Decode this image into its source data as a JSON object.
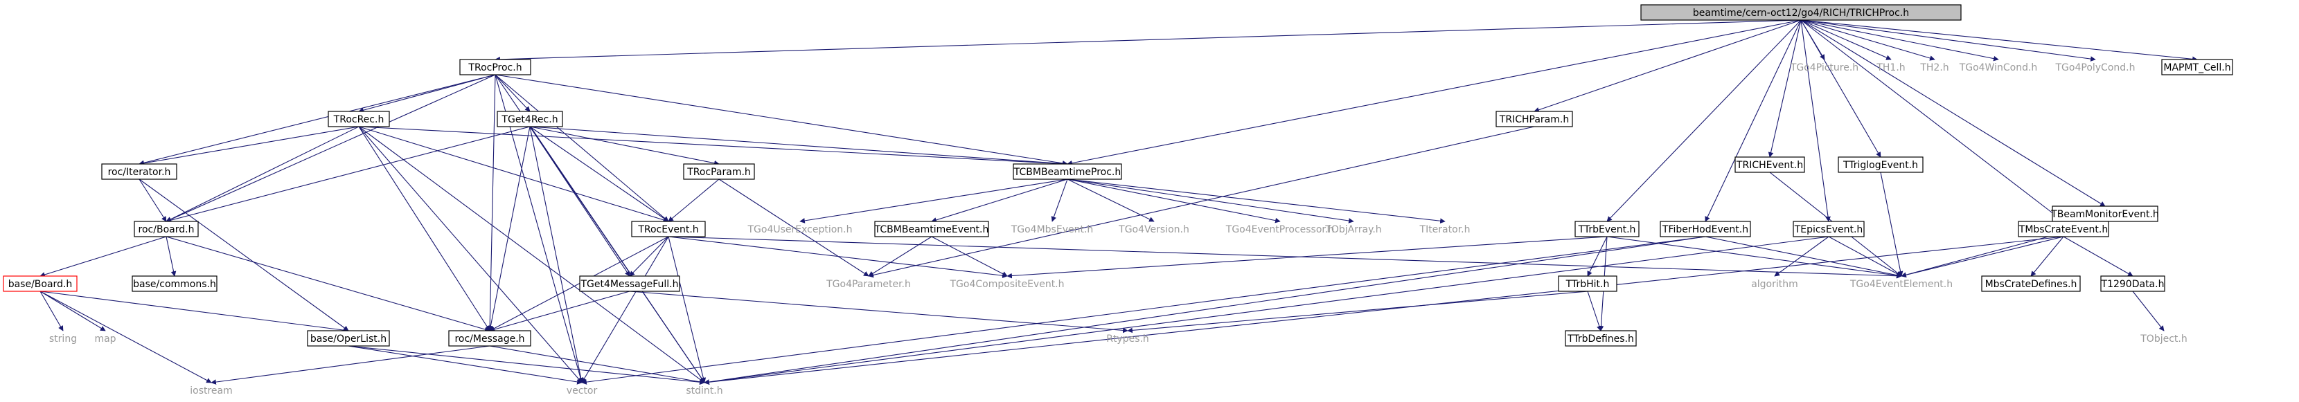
{
  "graph": {
    "colors": {
      "edge": "#191970",
      "root_fill": "#bfbfbf",
      "missing_border": "#ff0000",
      "external_text": "#9a9a9a"
    },
    "nodes": [
      {
        "id": "root",
        "label": "beamtime/cern-oct12/go4/RICH/TRICHProc.h",
        "style": "root"
      },
      {
        "id": "trocproc",
        "label": "TRocProc.h",
        "style": "box"
      },
      {
        "id": "trocrec",
        "label": "TRocRec.h",
        "style": "box"
      },
      {
        "id": "tget4rec",
        "label": "TGet4Rec.h",
        "style": "box"
      },
      {
        "id": "rociterator",
        "label": "roc/Iterator.h",
        "style": "box"
      },
      {
        "id": "rocboard",
        "label": "roc/Board.h",
        "style": "box"
      },
      {
        "id": "baseboard",
        "label": "base/Board.h",
        "style": "red"
      },
      {
        "id": "basecommons",
        "label": "base/commons.h",
        "style": "box"
      },
      {
        "id": "baseoperlist",
        "label": "base/OperList.h",
        "style": "box"
      },
      {
        "id": "rocmessage",
        "label": "roc/Message.h",
        "style": "box"
      },
      {
        "id": "trocparam",
        "label": "TRocParam.h",
        "style": "box"
      },
      {
        "id": "trocevent",
        "label": "TRocEvent.h",
        "style": "box"
      },
      {
        "id": "tget4msgfull",
        "label": "TGet4MessageFull.h",
        "style": "box"
      },
      {
        "id": "tcbmproc",
        "label": "TCBMBeamtimeProc.h",
        "style": "box"
      },
      {
        "id": "tcbmevent",
        "label": "TCBMBeamtimeEvent.h",
        "style": "box"
      },
      {
        "id": "trichparam",
        "label": "TRICHParam.h",
        "style": "box"
      },
      {
        "id": "ttrbevent",
        "label": "TTrbEvent.h",
        "style": "box"
      },
      {
        "id": "ttrbhit",
        "label": "TTrbHit.h",
        "style": "box"
      },
      {
        "id": "ttrbdefines",
        "label": "TTrbDefines.h",
        "style": "box"
      },
      {
        "id": "tfiberhod",
        "label": "TFiberHodEvent.h",
        "style": "box"
      },
      {
        "id": "trichevent",
        "label": "TRICHEvent.h",
        "style": "box"
      },
      {
        "id": "tepicsevent",
        "label": "TEpicsEvent.h",
        "style": "box"
      },
      {
        "id": "ttriglog",
        "label": "TTriglogEvent.h",
        "style": "box"
      },
      {
        "id": "tbeammon",
        "label": "TBeamMonitorEvent.h",
        "style": "box"
      },
      {
        "id": "tmbscrate",
        "label": "TMbsCrateEvent.h",
        "style": "box"
      },
      {
        "id": "mbscratedef",
        "label": "MbsCrateDefines.h",
        "style": "box"
      },
      {
        "id": "t1290",
        "label": "T1290Data.h",
        "style": "box"
      },
      {
        "id": "mapmt",
        "label": "MAPMT_Cell.h",
        "style": "box"
      },
      {
        "id": "string",
        "label": "string",
        "style": "ext"
      },
      {
        "id": "map",
        "label": "map",
        "style": "ext"
      },
      {
        "id": "iostream",
        "label": "iostream",
        "style": "ext"
      },
      {
        "id": "vector",
        "label": "vector",
        "style": "ext"
      },
      {
        "id": "stdint",
        "label": "stdint.h",
        "style": "ext"
      },
      {
        "id": "tgo4param",
        "label": "TGo4Parameter.h",
        "style": "ext"
      },
      {
        "id": "tgo4composite",
        "label": "TGo4CompositeEvent.h",
        "style": "ext"
      },
      {
        "id": "rtypes",
        "label": "Rtypes.h",
        "style": "ext"
      },
      {
        "id": "tgo4userexc",
        "label": "TGo4UserException.h",
        "style": "ext"
      },
      {
        "id": "tgo4mbs",
        "label": "TGo4MbsEvent.h",
        "style": "ext"
      },
      {
        "id": "tgo4version",
        "label": "TGo4Version.h",
        "style": "ext"
      },
      {
        "id": "tgo4evproc",
        "label": "TGo4EventProcessor.h",
        "style": "ext"
      },
      {
        "id": "tobjarray",
        "label": "TObjArray.h",
        "style": "ext"
      },
      {
        "id": "titerator",
        "label": "TIterator.h",
        "style": "ext"
      },
      {
        "id": "algorithm",
        "label": "algorithm",
        "style": "ext"
      },
      {
        "id": "tgo4evelem",
        "label": "TGo4EventElement.h",
        "style": "ext"
      },
      {
        "id": "tobject",
        "label": "TObject.h",
        "style": "ext"
      },
      {
        "id": "tgo4picture",
        "label": "TGo4Picture.h",
        "style": "ext"
      },
      {
        "id": "th1",
        "label": "TH1.h",
        "style": "ext"
      },
      {
        "id": "th2",
        "label": "TH2.h",
        "style": "ext"
      },
      {
        "id": "tgo4wincond",
        "label": "TGo4WinCond.h",
        "style": "ext"
      },
      {
        "id": "tgo4polycond",
        "label": "TGo4PolyCond.h",
        "style": "ext"
      }
    ],
    "edges": [
      [
        "root",
        "trocproc"
      ],
      [
        "root",
        "tcbmproc"
      ],
      [
        "root",
        "trichparam"
      ],
      [
        "root",
        "ttrbevent"
      ],
      [
        "root",
        "tfiberhod"
      ],
      [
        "root",
        "trichevent"
      ],
      [
        "root",
        "tepicsevent"
      ],
      [
        "root",
        "ttriglog"
      ],
      [
        "root",
        "tbeammon"
      ],
      [
        "root",
        "tmbscrate"
      ],
      [
        "root",
        "tgo4picture"
      ],
      [
        "root",
        "th1"
      ],
      [
        "root",
        "th2"
      ],
      [
        "root",
        "tgo4wincond"
      ],
      [
        "root",
        "tgo4polycond"
      ],
      [
        "root",
        "mapmt"
      ],
      [
        "trocproc",
        "trocrec"
      ],
      [
        "trocproc",
        "tget4rec"
      ],
      [
        "trocproc",
        "rociterator"
      ],
      [
        "trocproc",
        "rocboard"
      ],
      [
        "trocproc",
        "rocmessage"
      ],
      [
        "trocproc",
        "trocevent"
      ],
      [
        "trocproc",
        "tcbmproc"
      ],
      [
        "trocproc",
        "vector"
      ],
      [
        "trocproc",
        "stdint"
      ],
      [
        "trocrec",
        "rociterator"
      ],
      [
        "trocrec",
        "rocboard"
      ],
      [
        "trocrec",
        "rocmessage"
      ],
      [
        "trocrec",
        "trocevent"
      ],
      [
        "trocrec",
        "tcbmproc"
      ],
      [
        "trocrec",
        "vector"
      ],
      [
        "trocrec",
        "stdint"
      ],
      [
        "tget4rec",
        "rocboard"
      ],
      [
        "tget4rec",
        "rocmessage"
      ],
      [
        "tget4rec",
        "trocparam"
      ],
      [
        "tget4rec",
        "trocevent"
      ],
      [
        "tget4rec",
        "tget4msgfull"
      ],
      [
        "tget4rec",
        "tcbmproc"
      ],
      [
        "tget4rec",
        "vector"
      ],
      [
        "tget4rec",
        "stdint"
      ],
      [
        "rociterator",
        "rocboard"
      ],
      [
        "rociterator",
        "baseoperlist"
      ],
      [
        "rocboard",
        "baseboard"
      ],
      [
        "rocboard",
        "basecommons"
      ],
      [
        "rocboard",
        "rocmessage"
      ],
      [
        "baseboard",
        "string"
      ],
      [
        "baseboard",
        "map"
      ],
      [
        "baseboard",
        "iostream"
      ],
      [
        "baseboard",
        "baseoperlist"
      ],
      [
        "baseoperlist",
        "vector"
      ],
      [
        "baseoperlist",
        "stdint"
      ],
      [
        "rocmessage",
        "iostream"
      ],
      [
        "rocmessage",
        "stdint"
      ],
      [
        "trocparam",
        "trocevent"
      ],
      [
        "trocparam",
        "tgo4param"
      ],
      [
        "trocevent",
        "rocmessage"
      ],
      [
        "trocevent",
        "tget4msgfull"
      ],
      [
        "trocevent",
        "vector"
      ],
      [
        "trocevent",
        "stdint"
      ],
      [
        "trocevent",
        "tgo4composite"
      ],
      [
        "trocevent",
        "tgo4evelem"
      ],
      [
        "tget4msgfull",
        "rocmessage"
      ],
      [
        "tget4msgfull",
        "rtypes"
      ],
      [
        "tcbmproc",
        "tcbmevent"
      ],
      [
        "tcbmproc",
        "tgo4userexc"
      ],
      [
        "tcbmproc",
        "tgo4mbs"
      ],
      [
        "tcbmproc",
        "tgo4version"
      ],
      [
        "tcbmproc",
        "tgo4evproc"
      ],
      [
        "tcbmproc",
        "tobjarray"
      ],
      [
        "tcbmproc",
        "titerator"
      ],
      [
        "tcbmevent",
        "tgo4param"
      ],
      [
        "tcbmevent",
        "tgo4composite"
      ],
      [
        "trichparam",
        "tgo4param"
      ],
      [
        "ttrbevent",
        "tgo4composite"
      ],
      [
        "ttrbevent",
        "ttrbhit"
      ],
      [
        "ttrbevent",
        "ttrbdefines"
      ],
      [
        "ttrbevent",
        "tgo4evelem"
      ],
      [
        "ttrbhit",
        "ttrbdefines"
      ],
      [
        "ttrbhit",
        "rtypes"
      ],
      [
        "tfiberhod",
        "vector"
      ],
      [
        "tfiberhod",
        "stdint"
      ],
      [
        "tfiberhod",
        "tgo4evelem"
      ],
      [
        "trichevent",
        "tgo4evelem"
      ],
      [
        "tepicsevent",
        "algorithm"
      ],
      [
        "tepicsevent",
        "stdint"
      ],
      [
        "tepicsevent",
        "tgo4evelem"
      ],
      [
        "ttriglog",
        "tgo4evelem"
      ],
      [
        "tbeammon",
        "tgo4evelem"
      ],
      [
        "tmbscrate",
        "tgo4evelem"
      ],
      [
        "tmbscrate",
        "mbscratedef"
      ],
      [
        "tmbscrate",
        "t1290"
      ],
      [
        "tmbscrate",
        "stdint"
      ],
      [
        "t1290",
        "tobject"
      ]
    ]
  }
}
